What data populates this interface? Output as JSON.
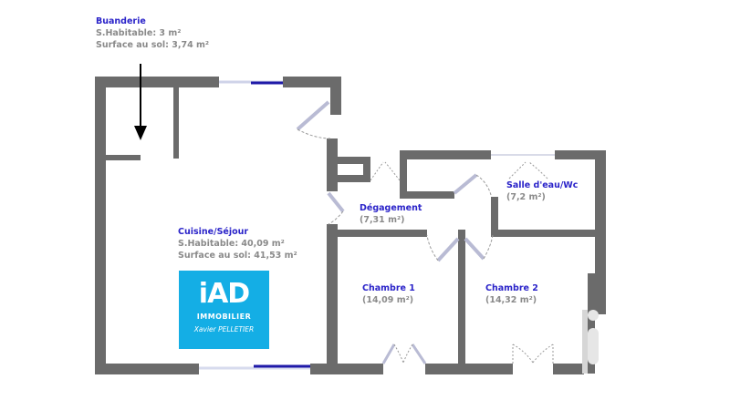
{
  "rooms": {
    "buanderie": {
      "name": "Buanderie",
      "habitable": "S.Habitable: 3 m²",
      "sol": "Surface au sol: 3,74 m²"
    },
    "cuisine": {
      "name": "Cuisine/Séjour",
      "habitable": "S.Habitable: 40,09 m²",
      "sol": "Surface au sol: 41,53 m²"
    },
    "degagement": {
      "name": "Dégagement",
      "area": "(7,31 m²)"
    },
    "salle_eau": {
      "name": "Salle d'eau/Wc",
      "area": "(7,2 m²)"
    },
    "chambre1": {
      "name": "Chambre 1",
      "area": "(14,09 m²)"
    },
    "chambre2": {
      "name": "Chambre 2",
      "area": "(14,32 m²)"
    }
  },
  "logo": {
    "brand": "iAD",
    "subtitle": "IMMOBILIER",
    "agent": "Xavier PELLETIER",
    "color": "#14aee5"
  },
  "colors": {
    "wall": "#6b6b6b",
    "room_title": "#2a23c9",
    "area_text": "#8a8a8a",
    "window_blue": "#1f1aa8"
  }
}
